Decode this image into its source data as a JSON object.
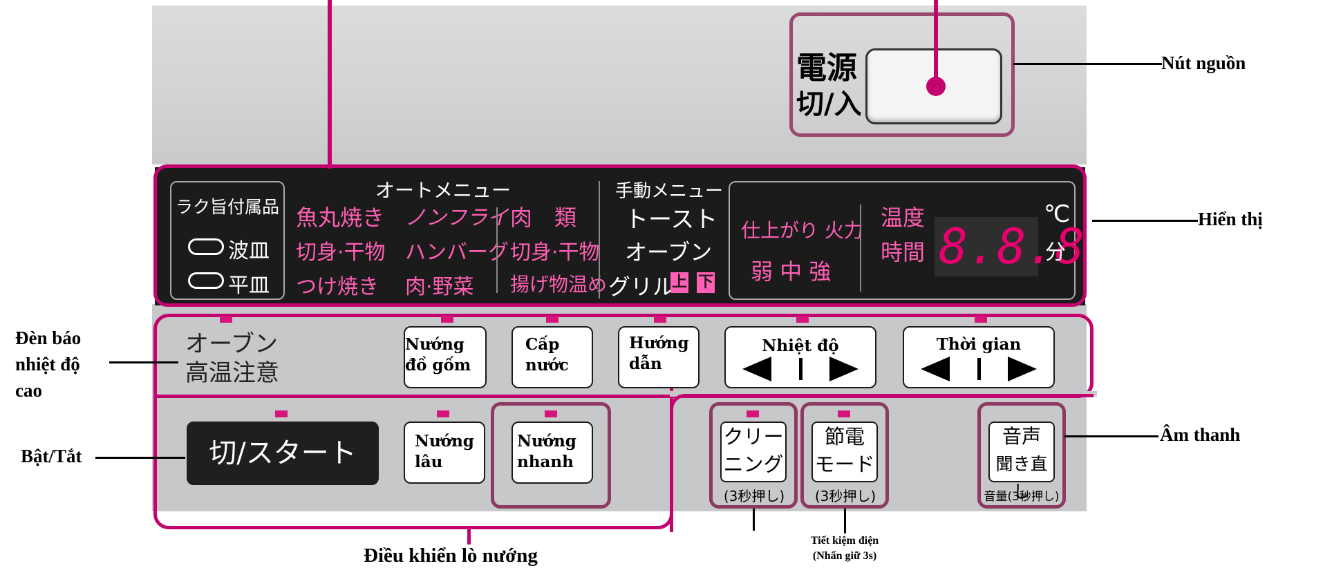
{
  "power": {
    "kanji_top": "電源",
    "kanji_bottom": "切/入",
    "label": "Nút nguồn"
  },
  "display_panel": {
    "label": "Hiển thị",
    "accessories": {
      "title": "ラク旨付属品",
      "item1": "波皿",
      "item2": "平皿"
    },
    "auto_menu": {
      "title": "オートメニュー",
      "col1": [
        "魚丸焼き",
        "切身·干物",
        "つけ焼き"
      ],
      "col2": [
        "ノンフライ",
        "ハンバーグ",
        "肉·野菜"
      ],
      "col3": [
        "肉　類",
        "切身·干物",
        "揚げ物温め"
      ]
    },
    "manual_menu": {
      "title": "手動メニュー",
      "items": [
        "トースト",
        "オーブン",
        "グリル"
      ],
      "upper": "上",
      "lower": "下"
    },
    "finish": {
      "line1": "仕上がり 火力",
      "line2": "弱 中 強"
    },
    "temp_time": {
      "temp": "温度",
      "time": "時間",
      "readout": "8.8.8",
      "unit_c": "℃",
      "unit_min": "分"
    }
  },
  "oven_warning": {
    "jp_line1": "オーブン",
    "jp_line2": "高温注意",
    "label_lines": [
      "Đèn báo",
      "nhiệt độ",
      "cao"
    ]
  },
  "start": {
    "text": "切/スタート",
    "label": "Bật/Tắt"
  },
  "buttons": {
    "ceramic": [
      "Nướng",
      "đồ gốm"
    ],
    "water": [
      "Cấp",
      "nước"
    ],
    "guide": [
      "Hướng",
      "dẫn"
    ],
    "temperature": "Nhiệt độ",
    "time": "Thời gian",
    "slow": [
      "Nướng",
      "lâu"
    ],
    "fast": [
      "Nướng",
      "nhanh"
    ]
  },
  "cleaning": {
    "line1": "クリー",
    "line2": "ニング",
    "hold": "(3秒押し)"
  },
  "eco": {
    "line1": "節電",
    "line2": "モード",
    "hold": "(3秒押し)",
    "label_line1": "Tiết kiệm điện",
    "label_line2": "(Nhấn giữ 3s)"
  },
  "voice": {
    "line1": "音声",
    "line2": "聞き直し",
    "hold": "音量(3秒押し)",
    "label": "Âm thanh"
  },
  "oven_controls_label": "Điều khiển lò nướng"
}
